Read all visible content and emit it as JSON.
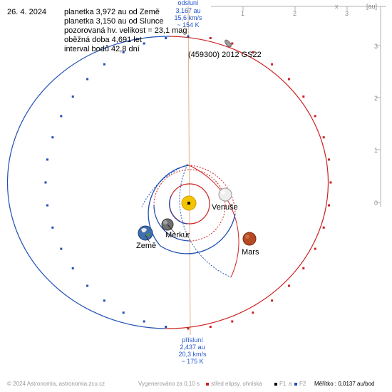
{
  "date": "26. 4. 2024",
  "info_lines": [
    "planetka 3,972 au od Země",
    "planetka 3,150 au od Slunce",
    "pozorovaná hv. velikost = 23,1 mag",
    "oběžná doba 4,691 let",
    "interval bodů 42,8 dní"
  ],
  "object_name": "(459300) 2012 GS22",
  "aphelion": {
    "title": "odsluní",
    "distance": "3,167 au",
    "speed": "15,6 km/s",
    "temp": "~ 154 K"
  },
  "perihelion": {
    "title": "přísluní",
    "distance": "2,437 au",
    "speed": "20,3 km/s",
    "temp": "~ 175 K"
  },
  "planets": {
    "venus": "Venuše",
    "mercury": "Merkur",
    "earth": "Země",
    "mars": "Mars"
  },
  "axis": {
    "unit": "[au]",
    "x_ticks": [
      "x",
      "1",
      "2",
      "3"
    ],
    "y_ticks": [
      "3",
      "2",
      "1",
      "0"
    ]
  },
  "footer": {
    "copyright": "© 2024 Astronomia, astronomia.zcu.cz",
    "generated": "Vygenerováno za 0,10 s",
    "legend_center": "střed elipsy, ohniska",
    "legend_f1": "F1",
    "legend_a": "a",
    "legend_f2": "F2",
    "scale": "Měřítko : 0,0137 au/bod"
  },
  "colors": {
    "orbit_blue": "#1f4fb5",
    "orbit_red": "#cc2222",
    "axis_gray": "#b0b0b0",
    "apsis_line": "#e7b08a",
    "sun": "#f2c500"
  }
}
